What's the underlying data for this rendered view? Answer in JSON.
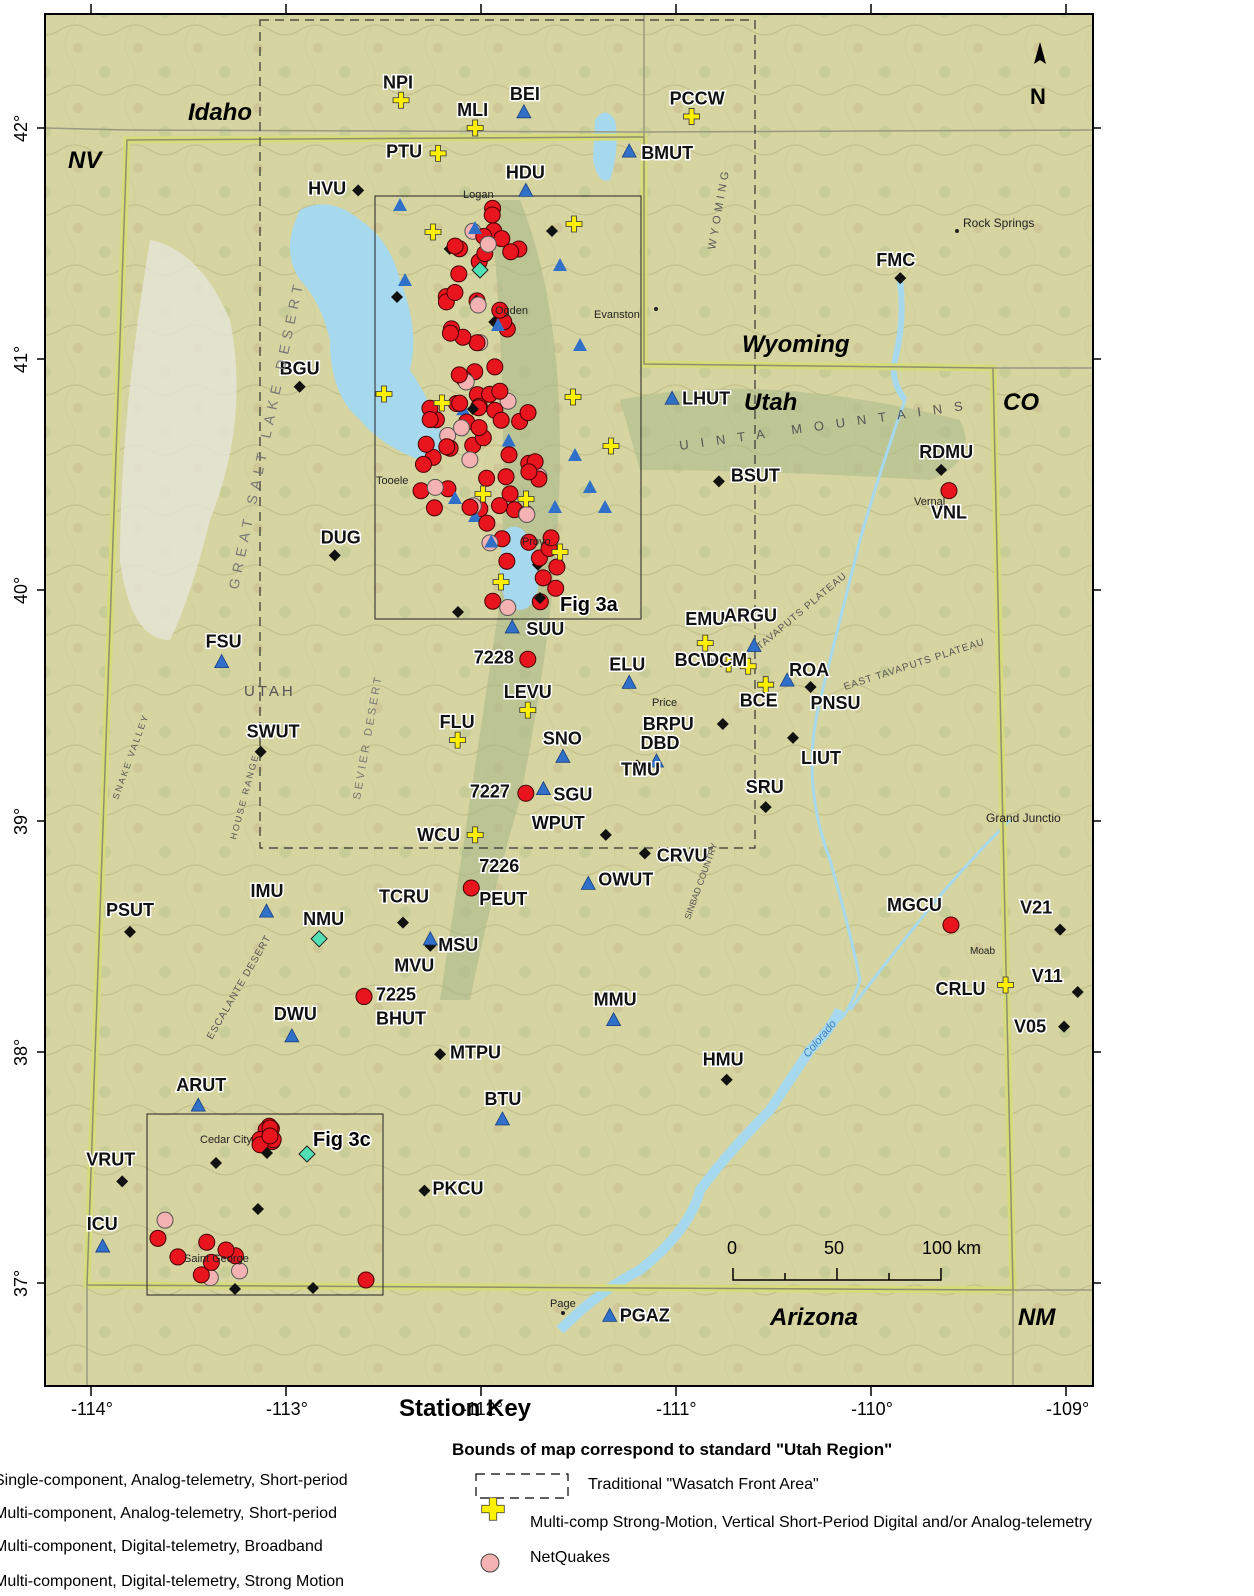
{
  "map": {
    "axis_title": "Station Key",
    "lon_ticks": [
      "-114°",
      "-113°",
      "-112°",
      "-111°",
      "-110°",
      "-109°"
    ],
    "lat_ticks": [
      "42°",
      "41°",
      "40°",
      "39°",
      "38°",
      "37°"
    ],
    "region_labels": [
      {
        "key": "idaho",
        "text": "Idaho"
      },
      {
        "key": "nv",
        "text": "NV"
      },
      {
        "key": "wyoming",
        "text": "Wyoming"
      },
      {
        "key": "utah",
        "text": "Utah"
      },
      {
        "key": "co",
        "text": "CO"
      },
      {
        "key": "arizona",
        "text": "Arizona"
      },
      {
        "key": "nm",
        "text": "NM"
      }
    ],
    "place_labels": {
      "rock_springs": "Rock Springs",
      "evanston": "Evanston",
      "logan": "Logan",
      "ogden": "Ogden",
      "tooele": "Tooele",
      "provo": "Provo",
      "price": "Price",
      "vernal": "Vernal",
      "cedar_city": "Cedar City",
      "st_george": "Saint George",
      "page": "Page",
      "grand_junction": "Grand Junctio",
      "moab": "Moab",
      "great_salt_lake_desert": "GREAT SALT LAKE DESERT",
      "sevier_desert": "SEVIER DESERT",
      "utah_state": "UTAH",
      "uinta": "UINTA MOUNTAINS",
      "wyoming_range": "WYOMING",
      "tavaputs": "TAVAPUTS PLATEAU",
      "east_tavaputs": "EAST TAVAPUTS PLATEAU",
      "colorado_river": "Colorado",
      "escalante": "ESCALANTE DESERT",
      "sinbad": "SINBAD COUNTRY",
      "snake_valley": "SNAKE VALLEY",
      "house_range": "HOUSE RANGE"
    },
    "fig_labels": {
      "fig3a": "Fig 3a",
      "fig3c": "Fig 3c"
    },
    "scale_bar": {
      "labels": [
        "0",
        "50",
        "100 km"
      ]
    },
    "north_label": "N",
    "colors": {
      "background_map": "#d9d7a5",
      "water": "#a6d8ee",
      "red_station": "#e8141e",
      "pink_station": "#f4b2b2",
      "blue_triangle": "#3070c8",
      "teal_diamond": "#50e0b4",
      "yellow_cross": "#fff000"
    },
    "stations": {
      "diamonds": [
        {
          "name": "HVU",
          "lon": -112.63,
          "lat": 41.73
        },
        {
          "name": "BGU",
          "lon": -112.93,
          "lat": 40.88
        },
        {
          "name": "DUG",
          "lon": -112.75,
          "lat": 40.15
        },
        {
          "name": "SWUT",
          "lon": -113.13,
          "lat": 39.3
        },
        {
          "name": "PSUT",
          "lon": -113.8,
          "lat": 38.52
        },
        {
          "name": "TCRU",
          "lon": -112.4,
          "lat": 38.56
        },
        {
          "name": "MVU",
          "lon": -112.26,
          "lat": 38.46
        },
        {
          "name": "MTPU",
          "lon": -112.21,
          "lat": 37.99
        },
        {
          "name": "PKCU",
          "lon": -112.29,
          "lat": 37.4
        },
        {
          "name": "VRUT",
          "lon": -113.84,
          "lat": 37.44
        },
        {
          "name": "BSUT",
          "lon": -110.78,
          "lat": 40.47
        },
        {
          "name": "RDMU",
          "lon": -109.64,
          "lat": 40.52
        },
        {
          "name": "FMC",
          "lon": -109.85,
          "lat": 41.35
        },
        {
          "name": "PNSU",
          "lon": -110.31,
          "lat": 39.58
        },
        {
          "name": "BRPU",
          "lon": -110.76,
          "lat": 39.42
        },
        {
          "name": "LIUT",
          "lon": -110.4,
          "lat": 39.36
        },
        {
          "name": "TMU",
          "lon": -111.2,
          "lat": 39.24
        },
        {
          "name": "SRU",
          "lon": -110.54,
          "lat": 39.06
        },
        {
          "name": "WPUT",
          "lon": -111.36,
          "lat": 38.94
        },
        {
          "name": "CRVU",
          "lon": -111.16,
          "lat": 38.86
        },
        {
          "name": "HMU",
          "lon": -110.74,
          "lat": 37.88
        },
        {
          "name": "V21",
          "lon": -109.03,
          "lat": 38.53
        },
        {
          "name": "V11",
          "lon": -108.94,
          "lat": 38.26
        },
        {
          "name": "V05",
          "lon": -109.01,
          "lat": 38.11
        }
      ],
      "triangles": [
        {
          "name": "BEI",
          "lon": -111.78,
          "lat": 42.07
        },
        {
          "name": "BMUT",
          "lon": -111.24,
          "lat": 41.9
        },
        {
          "name": "HDU",
          "lon": -111.77,
          "lat": 41.73
        },
        {
          "name": "LHUT",
          "lon": -111.02,
          "lat": 40.83
        },
        {
          "name": "FSU",
          "lon": -113.33,
          "lat": 39.69
        },
        {
          "name": "SUU",
          "lon": -111.84,
          "lat": 39.84
        },
        {
          "name": "ELU",
          "lon": -111.24,
          "lat": 39.6
        },
        {
          "name": "ARGU",
          "lon": -110.6,
          "lat": 39.76
        },
        {
          "name": "ROA",
          "lon": -110.43,
          "lat": 39.61
        },
        {
          "name": "SNO",
          "lon": -111.58,
          "lat": 39.28
        },
        {
          "name": "DBD",
          "lon": -111.1,
          "lat": 39.26
        },
        {
          "name": "SGU",
          "lon": -111.68,
          "lat": 39.14
        },
        {
          "name": "OWUT",
          "lon": -111.45,
          "lat": 38.73
        },
        {
          "name": "IMU",
          "lon": -113.1,
          "lat": 38.61
        },
        {
          "name": "MSU",
          "lon": -112.26,
          "lat": 38.49
        },
        {
          "name": "MMU",
          "lon": -111.32,
          "lat": 38.14
        },
        {
          "name": "DWU",
          "lon": -112.97,
          "lat": 38.07
        },
        {
          "name": "ARUT",
          "lon": -113.45,
          "lat": 37.77
        },
        {
          "name": "BTU",
          "lon": -111.89,
          "lat": 37.71
        },
        {
          "name": "ICU",
          "lon": -113.94,
          "lat": 37.16
        },
        {
          "name": "PGAZ",
          "lon": -111.34,
          "lat": 36.86
        }
      ],
      "crosses": [
        {
          "name": "NPI",
          "lon": -112.41,
          "lat": 42.12
        },
        {
          "name": "MLI",
          "lon": -112.03,
          "lat": 42.0
        },
        {
          "name": "PTU",
          "lon": -112.22,
          "lat": 41.89
        },
        {
          "name": "PCCW",
          "lon": -110.92,
          "lat": 42.05
        },
        {
          "name": "EMU",
          "lon": -110.85,
          "lat": 39.77
        },
        {
          "name": "BCW",
          "lon": -110.73,
          "lat": 39.68
        },
        {
          "name": "DCM",
          "lon": -110.63,
          "lat": 39.67
        },
        {
          "name": "BCE",
          "lon": -110.54,
          "lat": 39.59
        },
        {
          "name": "LEVU",
          "lon": -111.76,
          "lat": 39.48
        },
        {
          "name": "FLU",
          "lon": -112.12,
          "lat": 39.35
        },
        {
          "name": "WCU",
          "lon": -112.03,
          "lat": 38.94
        },
        {
          "name": "CRLU",
          "lon": -109.31,
          "lat": 38.29
        }
      ],
      "teal": [
        {
          "name": "NMU",
          "lon": -112.83,
          "lat": 38.49
        }
      ],
      "red": [
        {
          "name": "7228",
          "lon": -111.76,
          "lat": 39.7
        },
        {
          "name": "7227",
          "lon": -111.77,
          "lat": 39.12
        },
        {
          "name": "7226",
          "lon": -112.05,
          "lat": 38.71
        },
        {
          "name": "7225",
          "lon": -112.6,
          "lat": 38.24
        },
        {
          "name": "VNL",
          "lon": -109.6,
          "lat": 40.43
        },
        {
          "name": "MGCU",
          "lon": -109.59,
          "lat": 38.55
        }
      ],
      "labels": [
        {
          "name": "NPI"
        },
        {
          "name": "MLI"
        },
        {
          "name": "BEI"
        },
        {
          "name": "PCCW"
        },
        {
          "name": "PTU"
        },
        {
          "name": "BMUT"
        },
        {
          "name": "HDU"
        },
        {
          "name": "HVU"
        },
        {
          "name": "FMC"
        },
        {
          "name": "BGU"
        },
        {
          "name": "LHUT"
        },
        {
          "name": "RDMU"
        },
        {
          "name": "BSUT"
        },
        {
          "name": "VNL"
        },
        {
          "name": "DUG"
        },
        {
          "name": "EMU"
        },
        {
          "name": "ARGU"
        },
        {
          "name": "SUU"
        },
        {
          "name": "FSU"
        },
        {
          "name": "ELU"
        },
        {
          "name": "BCW"
        },
        {
          "name": "ROA"
        },
        {
          "name": "7228"
        },
        {
          "name": "LEVU"
        },
        {
          "name": "DCM"
        },
        {
          "name": "PNSU"
        },
        {
          "name": "BCE"
        },
        {
          "name": "SWUT"
        },
        {
          "name": "FLU"
        },
        {
          "name": "SNO"
        },
        {
          "name": "DBD"
        },
        {
          "name": "BRPU"
        },
        {
          "name": "LIUT"
        },
        {
          "name": "TMU"
        },
        {
          "name": "SRU"
        },
        {
          "name": "7227"
        },
        {
          "name": "SGU"
        },
        {
          "name": "WPUT"
        },
        {
          "name": "WCU"
        },
        {
          "name": "CRVU"
        },
        {
          "name": "7226"
        },
        {
          "name": "PEUT"
        },
        {
          "name": "OWUT"
        },
        {
          "name": "IMU"
        },
        {
          "name": "PSUT"
        },
        {
          "name": "TCRU"
        },
        {
          "name": "NMU"
        },
        {
          "name": "MSU"
        },
        {
          "name": "MGCU"
        },
        {
          "name": "V21"
        },
        {
          "name": "MVU"
        },
        {
          "name": "V11"
        },
        {
          "name": "7225"
        },
        {
          "name": "CRLU"
        },
        {
          "name": "BHUT"
        },
        {
          "name": "DWU"
        },
        {
          "name": "MMU"
        },
        {
          "name": "V05"
        },
        {
          "name": "MTPU"
        },
        {
          "name": "HMU"
        },
        {
          "name": "ARUT"
        },
        {
          "name": "BTU"
        },
        {
          "name": "VRUT"
        },
        {
          "name": "PKCU"
        },
        {
          "name": "ICU"
        },
        {
          "name": "PGAZ"
        }
      ]
    }
  },
  "legend": {
    "title": "Bounds of map correspond to standard \"Utah Region\"",
    "items_left": [
      "Single-component, Analog-telemetry, Short-period",
      "Multi-component, Analog-telemetry, Short-period",
      "Multi-component, Digital-telemetry, Broadband",
      "Multi-component, Digital-telemetry, Strong Motion"
    ],
    "items_right": [
      "Traditional \"Wasatch Front Area\"",
      "Multi-comp Strong-Motion, Vertical Short-Period Digital and/or Analog-telemetry",
      "NetQuakes"
    ]
  }
}
